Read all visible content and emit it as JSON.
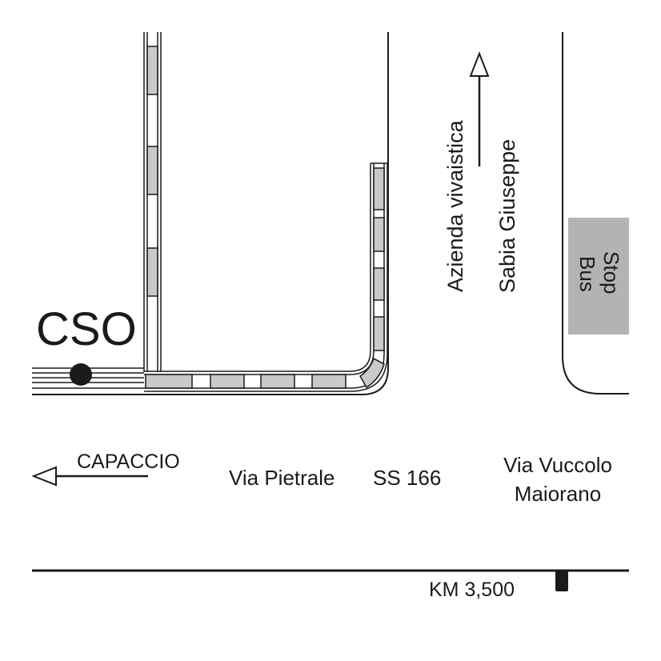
{
  "labels": {
    "cso": "CSO",
    "capaccio": "CAPACCIO",
    "via_pietrale": "Via Pietrale",
    "ss166": "SS 166",
    "via_vuccolo_line1": "Via Vuccolo",
    "via_vuccolo_line2": "Maiorano",
    "azienda": "Azienda vivaistica",
    "sabia": "Sabia Giuseppe",
    "bus_stop_line1": "Stop",
    "bus_stop_line2": "Bus",
    "km": "KM 3,500"
  },
  "colors": {
    "ink": "#1a1a1a",
    "pipe_fill": "#c9c9c9",
    "bus_stop_fill": "#b3b3b3",
    "background": "#ffffff"
  },
  "icons": {
    "cso_marker": "filled-circle",
    "north_arrow": "hollow-arrow-up",
    "west_arrow": "hollow-arrow-left",
    "km_marker": "black-post"
  }
}
